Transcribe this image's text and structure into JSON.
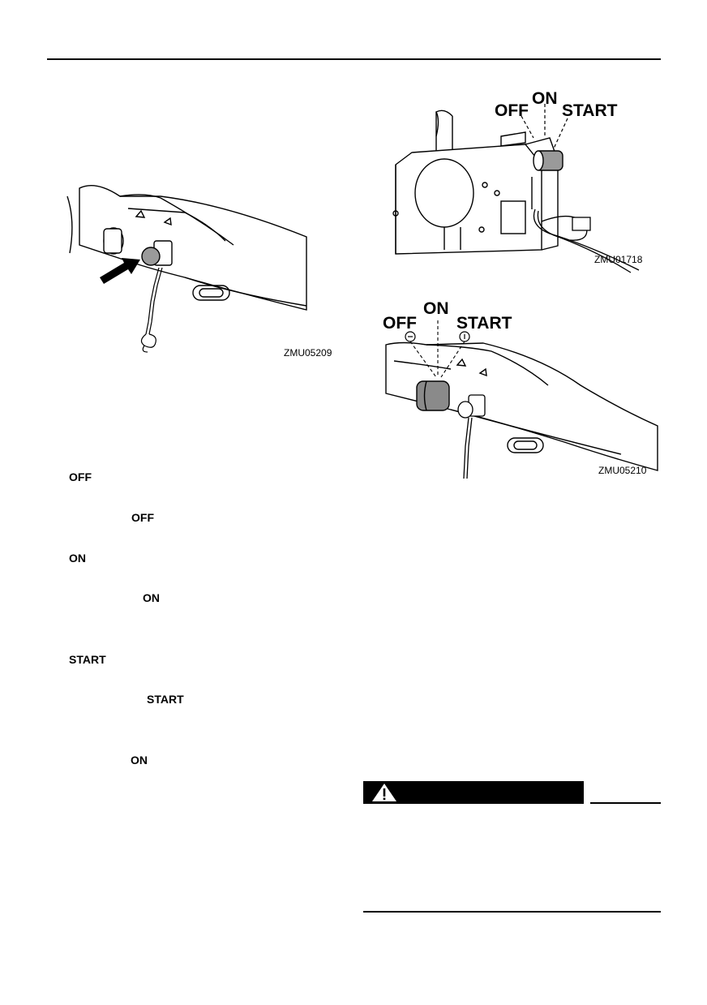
{
  "figures": {
    "fig1": {
      "code": "ZMU05209"
    },
    "fig2": {
      "code": "ZMU01718",
      "off": "OFF",
      "on": "ON",
      "start": "START"
    },
    "fig3": {
      "code": "ZMU05210",
      "off": "OFF",
      "on": "ON",
      "start": "START"
    }
  },
  "body_labels": {
    "off_heading": "OFF",
    "off_inline": "OFF",
    "on_heading": "ON",
    "on_inline": "ON",
    "start_heading": "START",
    "start_inline": "START",
    "on_inline_2": "ON"
  },
  "warning": {
    "icon": "warning-triangle-icon"
  }
}
